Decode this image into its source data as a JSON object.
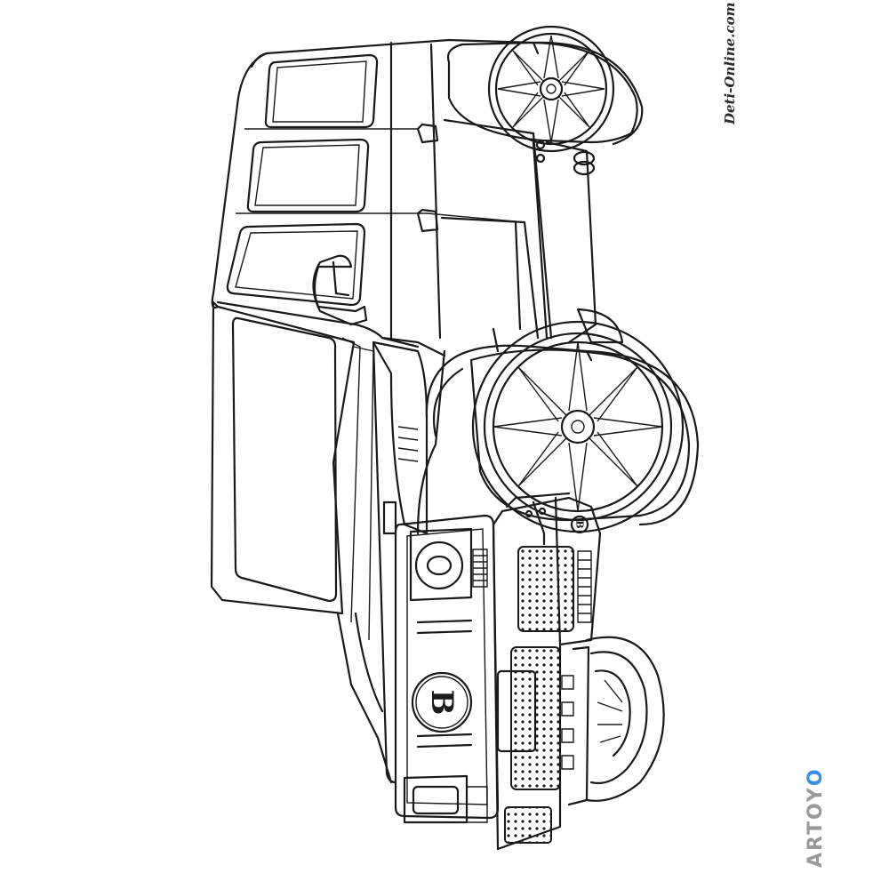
{
  "image": {
    "subject": "",
    "background_color": "#ffffff",
    "line_color": "#1a1a1a"
  },
  "badges": {
    "front_grille_letter": "B",
    "bumper_letter": "B"
  },
  "watermarks": {
    "site": "Deti-Online.com",
    "brand_text": "ARTOY",
    "brand_dot": "O",
    "brand_color": "#9a9a9a",
    "brand_dot_color": "#3b8ee8"
  }
}
